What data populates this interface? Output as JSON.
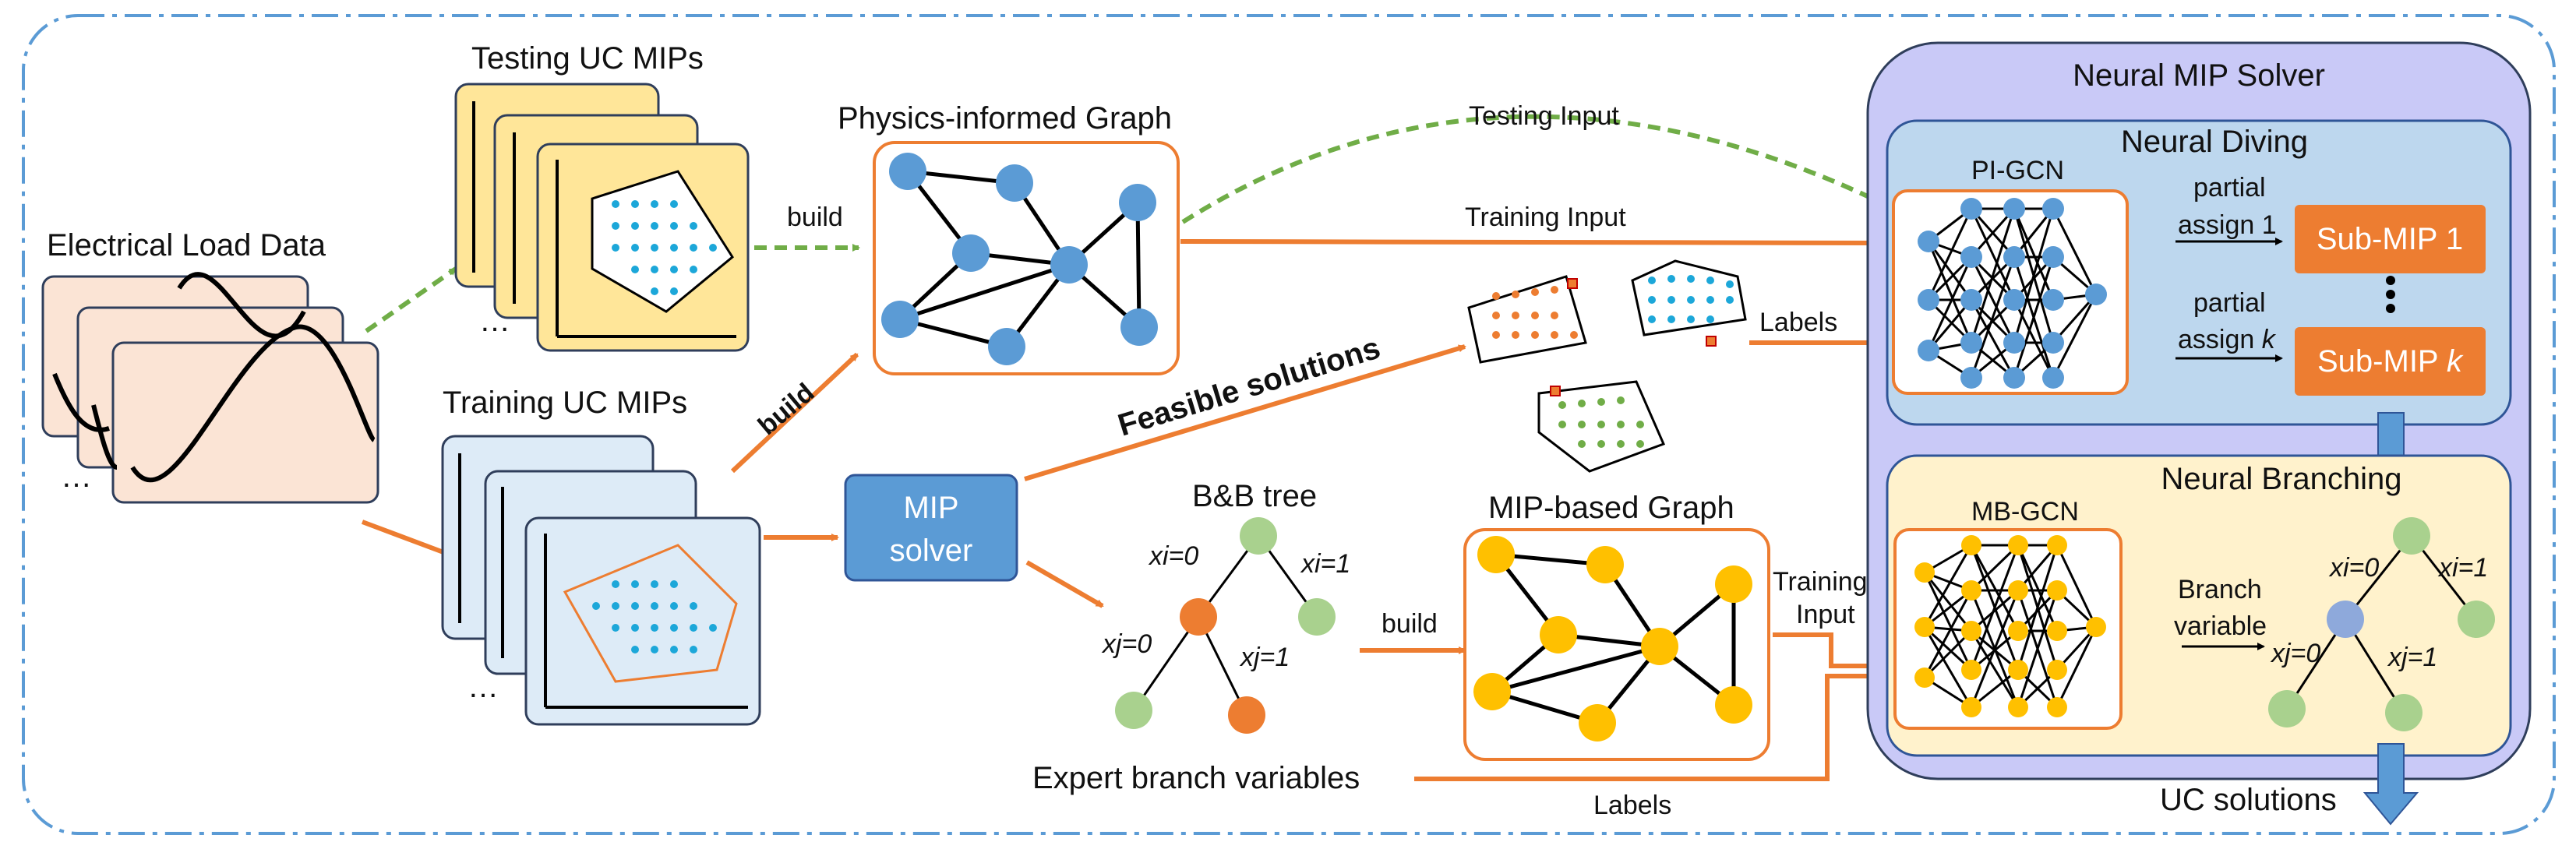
{
  "inputs": {
    "electrical_load_label": "Electrical Load Data",
    "ellipsis": "…",
    "testing_uc_label": "Testing UC MIPs",
    "training_uc_label": "Training UC MIPs"
  },
  "graphs": {
    "physics_label": "Physics-informed Graph",
    "mip_based_label": "MIP-based Graph",
    "bb_tree_label": "B&B tree"
  },
  "edges": {
    "build": "build",
    "build_rotated": "build",
    "build_tree": "build",
    "testing_input": "Testing Input",
    "training_input": "Training Input",
    "feasible_solutions": "Feasible solutions",
    "labels_top": "Labels",
    "labels_bottom": "Labels",
    "training_input_l1": "Training",
    "training_input_l2": "Input",
    "expert_branch": "Expert branch variables"
  },
  "solver": {
    "mip_l1": "MIP",
    "mip_l2": "solver"
  },
  "tree_labels": {
    "xi0": "xi=0",
    "xi1": "xi=1",
    "xj0": "xj=0",
    "xj1": "xj=1"
  },
  "neural_solver": {
    "title": "Neural MIP Solver",
    "diving_title": "Neural Diving",
    "pigcn": "PI-GCN",
    "partial": "partial",
    "assign1": "assign 1",
    "assignk_prefix": "assign ",
    "assignk_var": "k",
    "submip1": "Sub-MIP 1",
    "submipk_prefix": "Sub-MIP ",
    "submipk_var": "k",
    "branching_title": "Neural Branching",
    "mbgcn": "MB-GCN",
    "branch_l1": "Branch",
    "branch_l2": "variable",
    "uc_solutions": "UC solutions"
  },
  "colors": {
    "orange": "#ED7D31",
    "green_dash": "#70AD47",
    "blue_node": "#5B9BD5",
    "yellow_node": "#FFC000",
    "solver_outer": "#C9C9F7",
    "diving_bg": "#BDD7EE",
    "branching_bg": "#FFF2CC",
    "frame_dash": "#5B9BD5"
  }
}
